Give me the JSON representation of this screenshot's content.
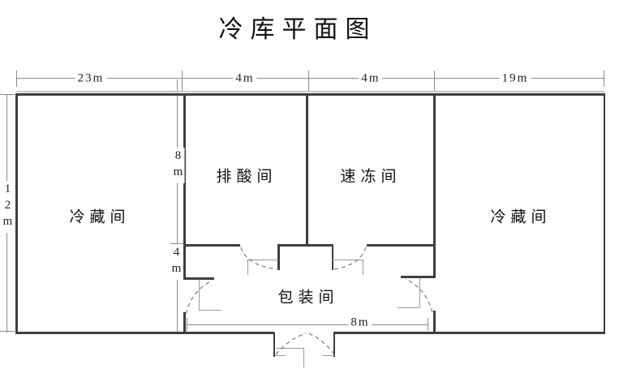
{
  "title": "冷库平面图",
  "rooms": [
    {
      "name": "冷藏间"
    },
    {
      "name": "排酸间"
    },
    {
      "name": "速冻间"
    },
    {
      "name": "冷藏间"
    },
    {
      "name": "包装间"
    }
  ],
  "dimensions": {
    "top": [
      "23m",
      "4m",
      "4m",
      "19m"
    ],
    "left": "12m",
    "inner": [
      "8m",
      "4m"
    ],
    "bottom": "8m"
  },
  "colors": {
    "wall": "#3f3f3f",
    "dimension_line": "#8a8a8a",
    "door_line": "#9b9b9b",
    "door_arc": "#7a7a7a",
    "text": "#111111",
    "background": "#ffffff"
  }
}
